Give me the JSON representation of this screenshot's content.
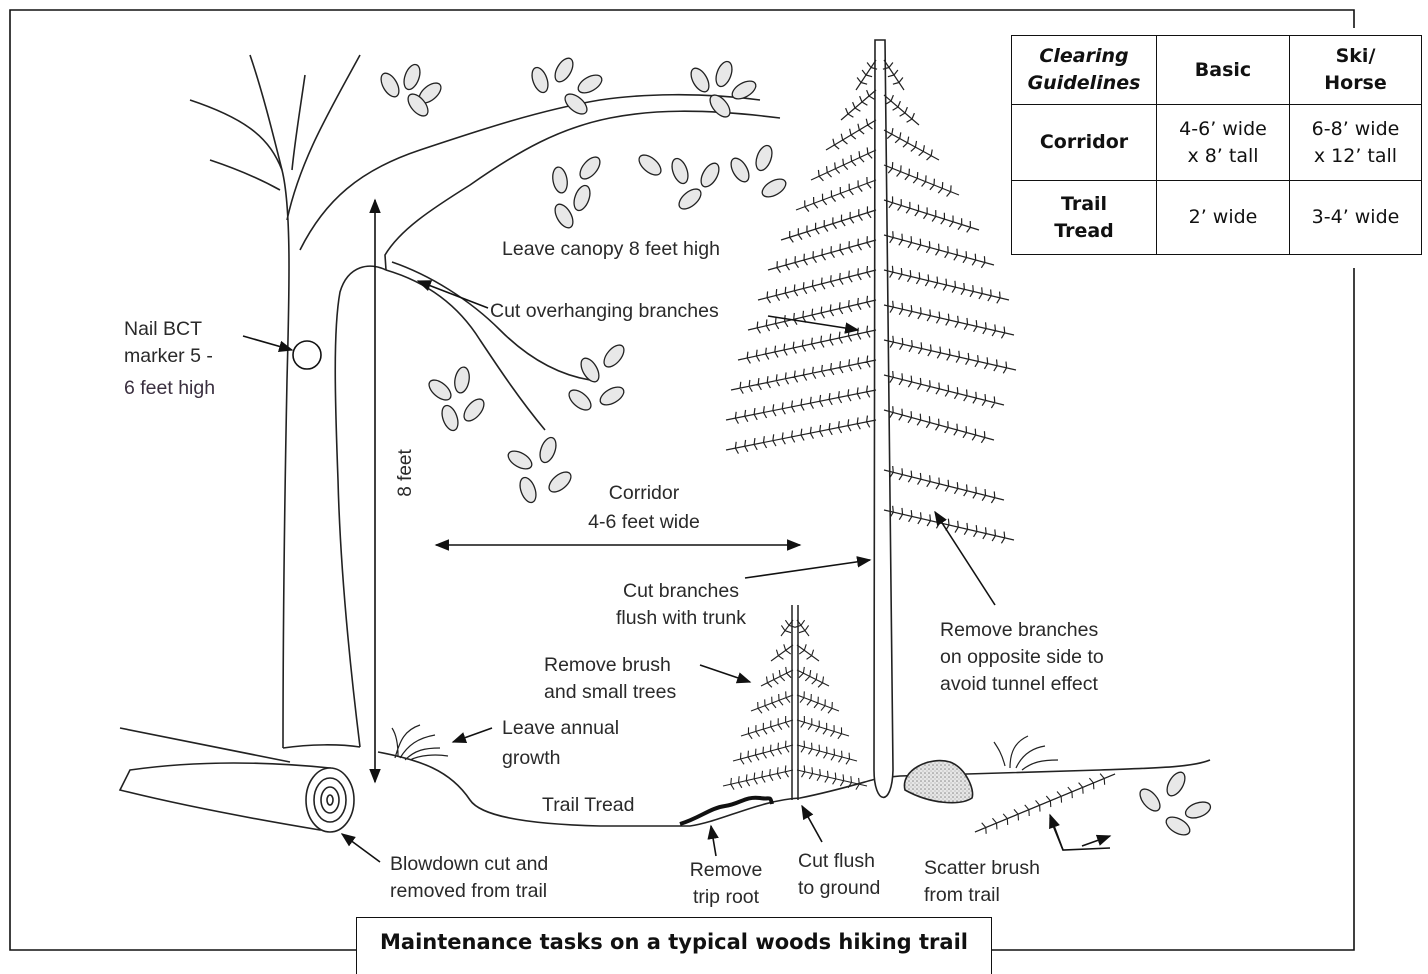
{
  "labels": {
    "leave_canopy": "Leave canopy 8 feet high",
    "cut_overhanging": "Cut overhanging branches",
    "nail_marker": [
      "Nail BCT",
      "marker 5 -",
      "6 feet high"
    ],
    "eight_feet": "8 feet",
    "corridor": [
      "Corridor",
      "4-6 feet wide"
    ],
    "cut_branches_flush": [
      "Cut branches",
      "flush with trunk"
    ],
    "remove_brush": [
      "Remove brush",
      "and small trees"
    ],
    "remove_opposite": [
      "Remove branches",
      "on opposite side to",
      "avoid tunnel effect"
    ],
    "leave_annual": [
      "Leave annual",
      "growth"
    ],
    "trail_tread": "Trail Tread",
    "blowdown": [
      "Blowdown cut and",
      "removed from trail"
    ],
    "remove_trip_root": [
      "Remove",
      "trip root"
    ],
    "cut_flush_ground": [
      "Cut flush",
      "to ground"
    ],
    "scatter_brush": [
      "Scatter brush",
      "from trail"
    ]
  },
  "table": {
    "corner": [
      "Clearing",
      "Guidelines"
    ],
    "columns": [
      "Basic",
      [
        "Ski/",
        "Horse"
      ]
    ],
    "rows": [
      {
        "head": "Corridor",
        "basic": [
          "4-6’ wide",
          "x 8’ tall"
        ],
        "ski": [
          "6-8’ wide",
          "x 12’ tall"
        ]
      },
      {
        "head": [
          "Trail",
          "Tread"
        ],
        "basic": "2’ wide",
        "ski": "3-4’ wide"
      }
    ]
  },
  "caption": "Maintenance tasks on a typical woods hiking trail"
}
